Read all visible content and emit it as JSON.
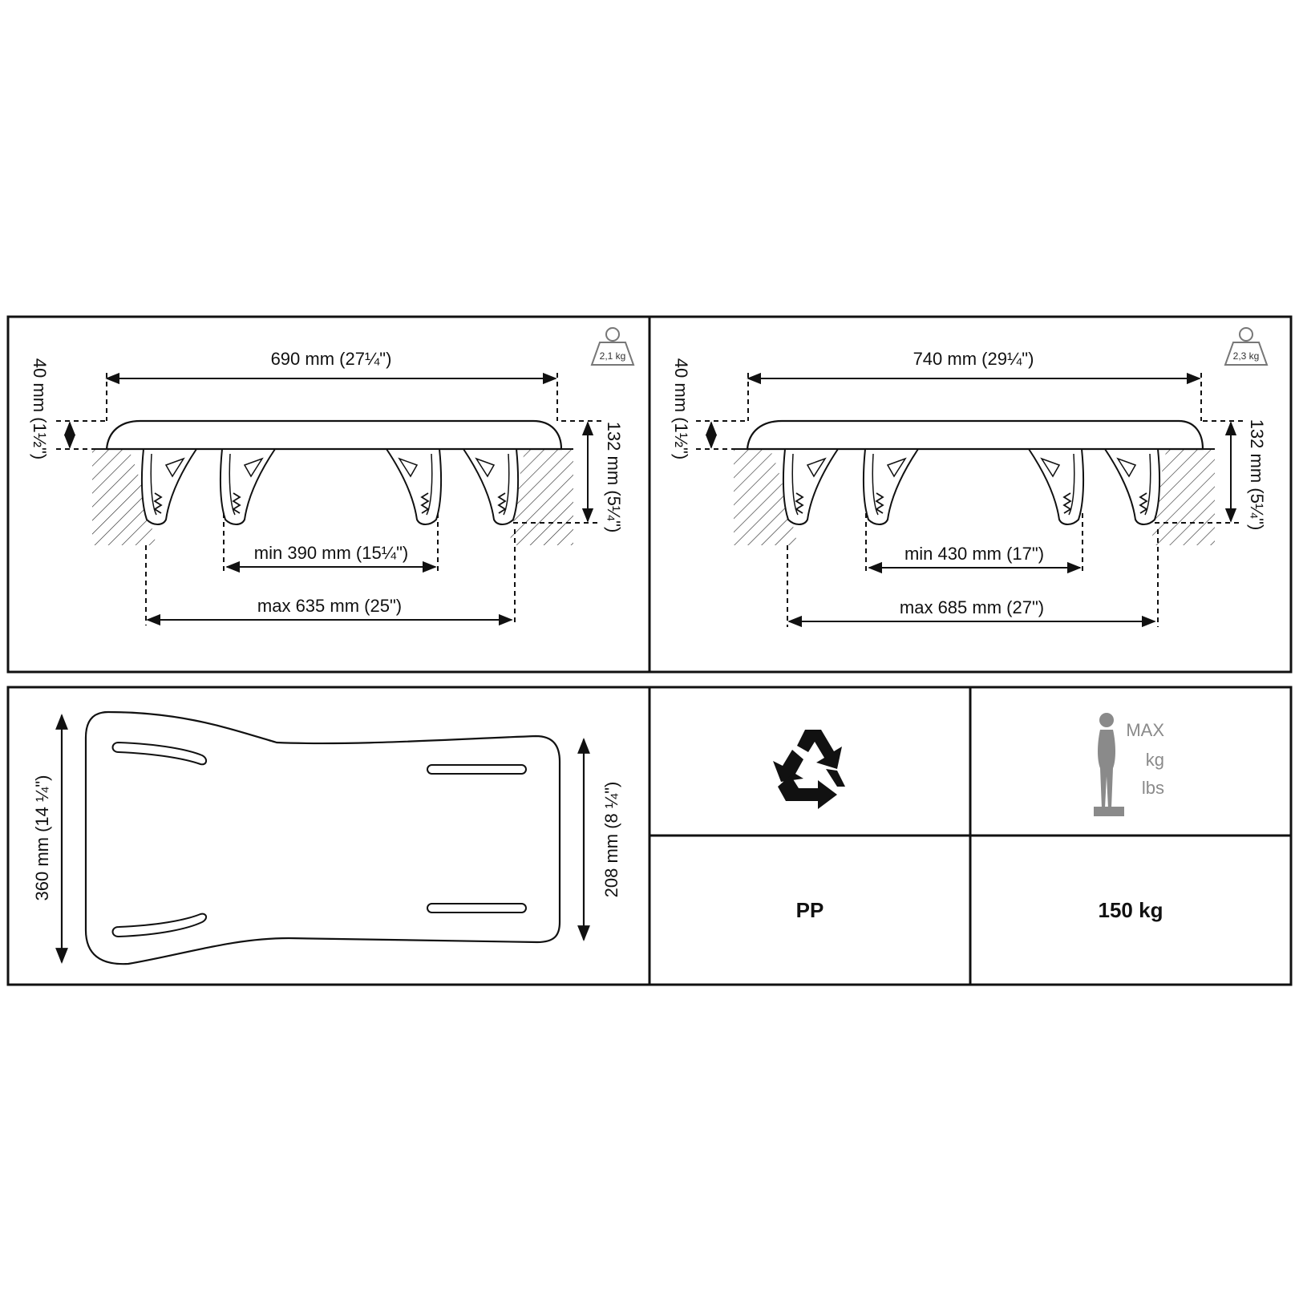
{
  "panels": {
    "left_profile": {
      "weight": "2,1 kg",
      "total_width": "690 mm (27¼\")",
      "thickness": "40 mm (1½\")",
      "height": "132 mm (5¼\")",
      "min_span": "min 390 mm (15¼\")",
      "max_span": "max 635 mm (25\")"
    },
    "right_profile": {
      "weight": "2,3 kg",
      "total_width": "740 mm (29¼\")",
      "thickness": "40 mm (1½\")",
      "height": "132 mm (5¼\")",
      "min_span": "min 430 mm (17\")",
      "max_span": "max 685 mm (27\")"
    },
    "top_view": {
      "depth_left": "360 mm (14 ¼\")",
      "depth_right": "208 mm (8 ¼\")"
    }
  },
  "specs": {
    "material": "PP",
    "max_load": "150 kg",
    "max_label_lines": [
      "MAX",
      "kg",
      "lbs"
    ]
  },
  "icons": [
    "weight-icon",
    "recycle-icon",
    "person-on-scale-icon"
  ]
}
